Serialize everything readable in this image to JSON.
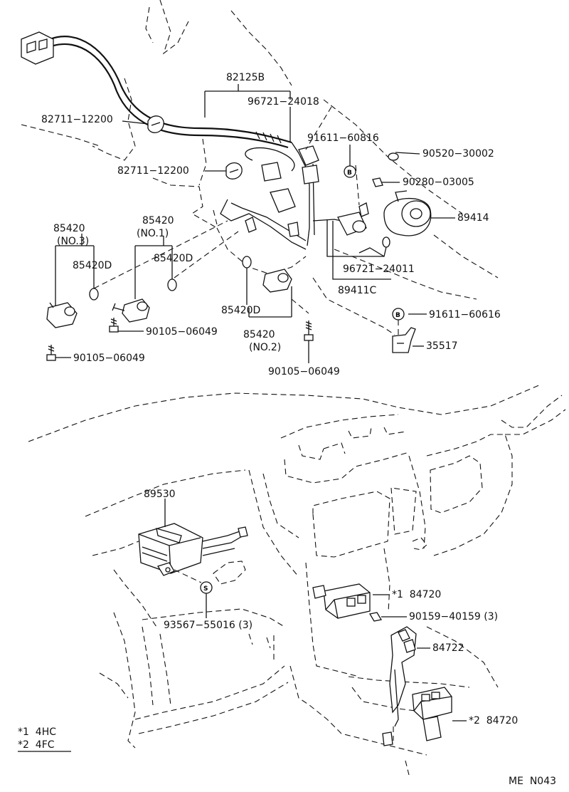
{
  "labels": {
    "l_82125B": "82125B",
    "l_96721_24018": "96721−24018",
    "l_82711_a": "82711−12200",
    "l_82711_b": "82711−12200",
    "l_91611_60816": "91611−60816",
    "l_90520": "90520−30002",
    "l_90280": "90280−03005",
    "l_89414": "89414",
    "l_85420_no3_num": "85420",
    "l_85420_no3_tag": "(NO.3)",
    "l_85420_no1_num": "85420",
    "l_85420_no1_tag": "(NO.1)",
    "l_85420D_left": "85420D",
    "l_85420D_mid": "85420D",
    "l_96721_24011": "96721−24011",
    "l_89411C": "89411C",
    "l_91611_60616": "91611−60616",
    "l_90105_a": "90105−06049",
    "l_85420D_lower": "85420D",
    "l_85420_no2_num": "85420",
    "l_85420_no2_tag": "(NO.2)",
    "l_35517": "35517",
    "l_90105_b": "90105−06049",
    "l_90105_c": "90105−06049",
    "l_89530": "89530",
    "l_84720_1": "*1  84720",
    "l_90159": "90159−40159 (3)",
    "l_84722": "84722",
    "l_93567": "93567−55016 (3)",
    "l_84720_2": "*2  84720",
    "note_1": "*1  4HC",
    "note_2": "*2  4FC",
    "page_code": "ME  N043"
  },
  "symbols": {
    "b_mark": "B",
    "s_mark": "S"
  }
}
